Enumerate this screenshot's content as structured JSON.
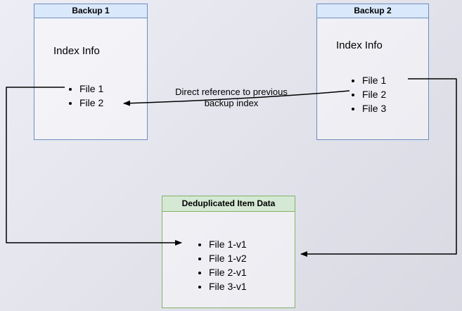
{
  "boxes": {
    "backup1": {
      "title": "Backup 1",
      "subtitle": "Index Info",
      "files": [
        "File 1",
        "File 2"
      ]
    },
    "backup2": {
      "title": "Backup 2",
      "subtitle": "Index Info",
      "files": [
        "File 1",
        "File 2",
        "File 3"
      ]
    },
    "dedup": {
      "title": "Deduplicated Item Data",
      "items": [
        "File 1-v1",
        "File 1-v2",
        "File 2-v1",
        "File 3-v1"
      ]
    }
  },
  "annotation": {
    "text": "Direct reference to previous backup index"
  },
  "colors": {
    "blue_fill": "#dae8fc",
    "blue_border": "#6c8ebf",
    "green_fill": "#d5e8d4",
    "green_border": "#82b366",
    "bg_light": "#ededf5",
    "bg_dark": "#d9d9e3",
    "arrow": "#000000"
  }
}
